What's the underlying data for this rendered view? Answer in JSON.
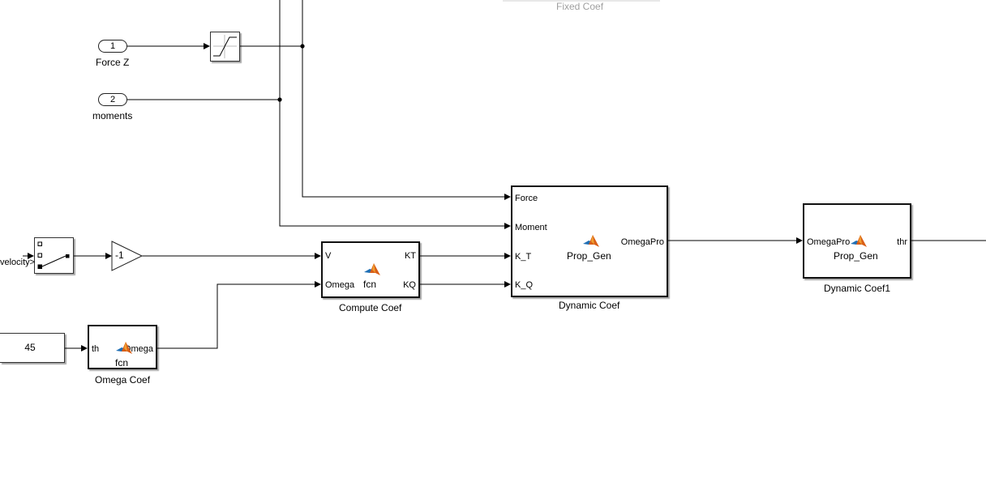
{
  "faded": {
    "label": "Fixed Coef"
  },
  "inports": [
    {
      "number": "1",
      "name": "Force Z"
    },
    {
      "number": "2",
      "name": "moments"
    }
  ],
  "switch_input_label": "velocity>",
  "gain": {
    "value": "-1"
  },
  "constant": {
    "value": "45"
  },
  "compute_coef": {
    "name": "Compute Coef",
    "inputs": [
      "V",
      "Omega"
    ],
    "outputs": [
      "KT",
      "KQ"
    ],
    "function": "fcn"
  },
  "omega_coef": {
    "name": "Omega Coef",
    "input": "th",
    "output": "Omega",
    "function": "fcn"
  },
  "dynamic_coef": {
    "name": "Dynamic Coef",
    "inputs": [
      "Force",
      "Moment",
      "K_T",
      "K_Q"
    ],
    "output": "OmegaPro",
    "function": "Prop_Gen"
  },
  "dynamic_coef1": {
    "name": "Dynamic Coef1",
    "input": "OmegaPro",
    "output": "thr",
    "function": "Prop_Gen"
  },
  "colors": {
    "wire": "#000000",
    "matlab_orange": "#d95f18",
    "matlab_blue": "#1f6fb5"
  }
}
